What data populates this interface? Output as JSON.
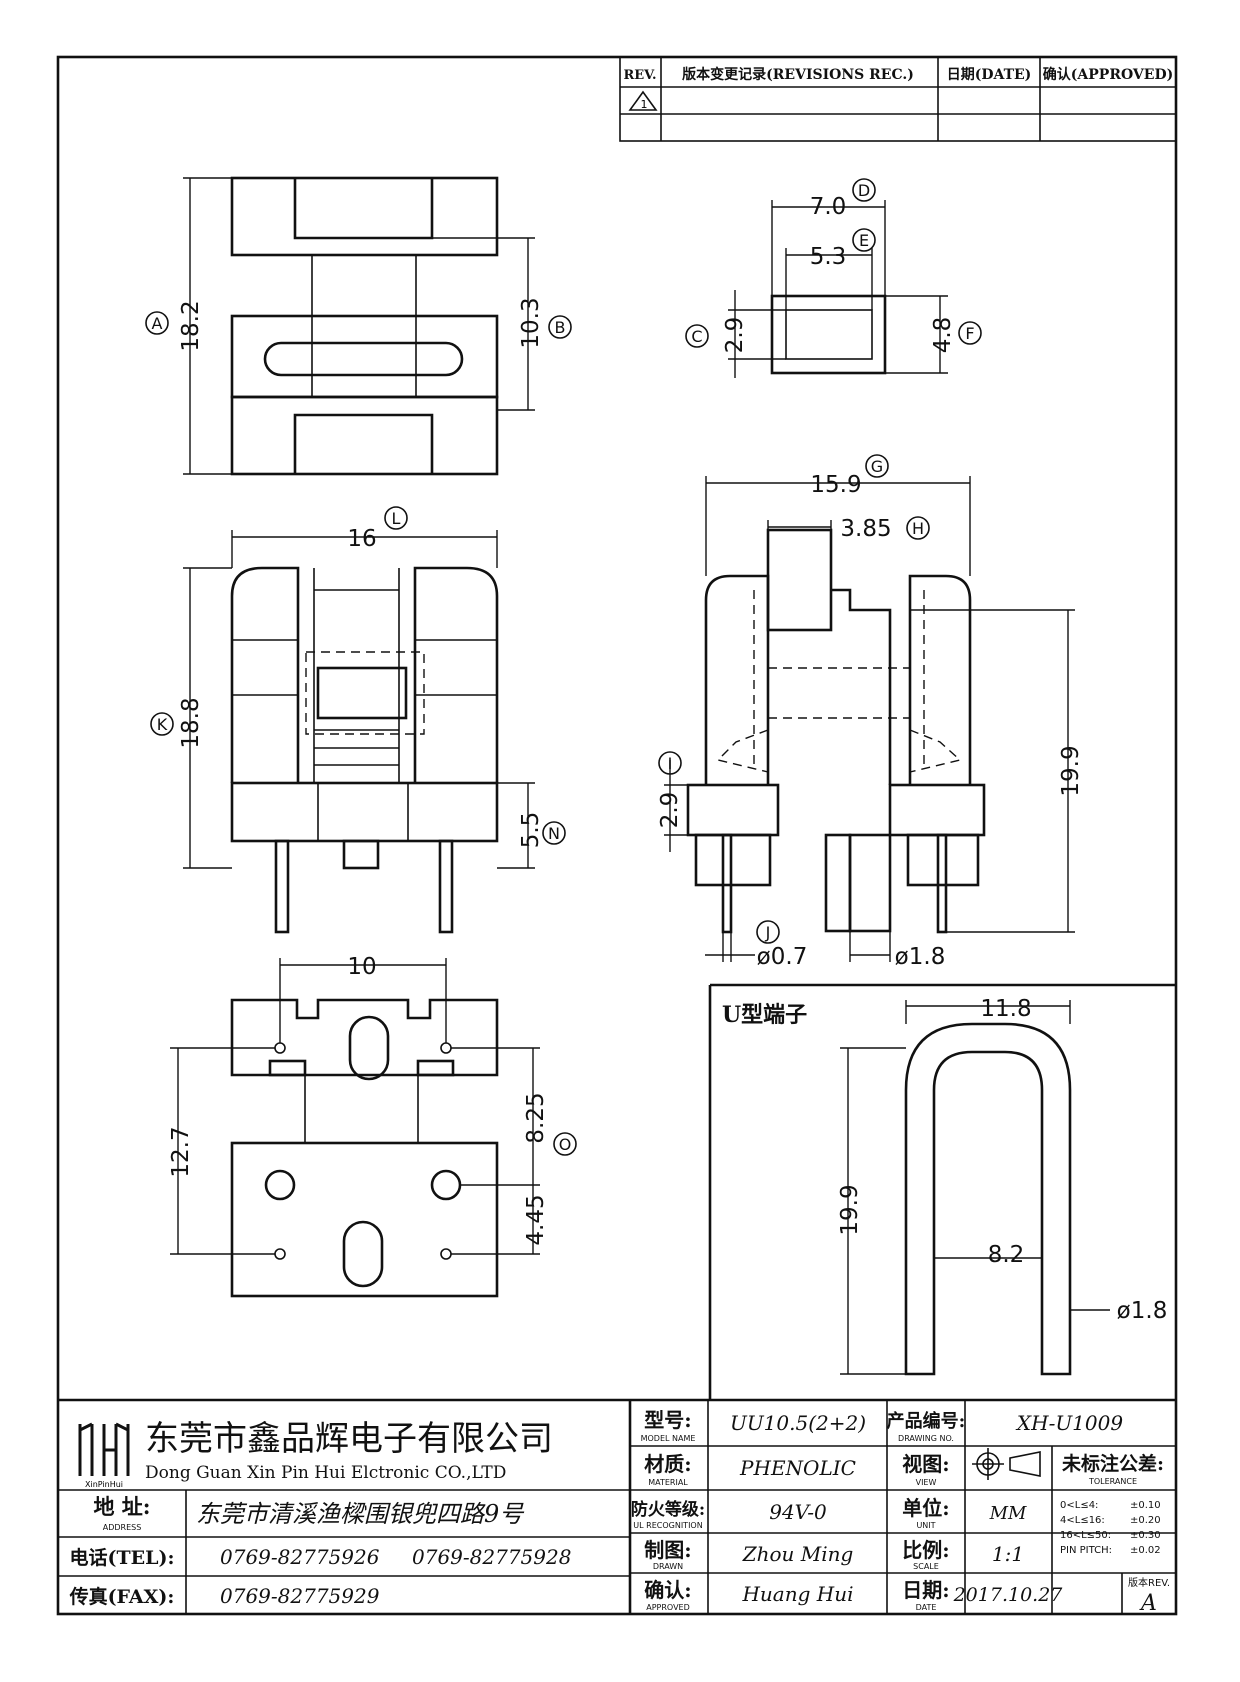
{
  "revision_table": {
    "headers": [
      "REV.",
      "版本变更记录(REVISIONS REC.)",
      "日期(DATE)",
      "确认(APPROVED)"
    ],
    "rev_symbol": "1"
  },
  "dims": {
    "A": "18.2",
    "B": "10.3",
    "D": "7.0",
    "E": "5.3",
    "C": "2.9",
    "F": "4.8",
    "G": "15.9",
    "H": "3.85",
    "L": "16",
    "K": "18.8",
    "N": "5.5",
    "I": "2.9",
    "height": "19.9",
    "J": "ø0.7",
    "pin_dia": "ø1.8",
    "pitch": "10",
    "O_total": "12.7",
    "O": "8.25",
    "O_lower": "4.45"
  },
  "dim_letters": {
    "A": "A",
    "B": "B",
    "C": "C",
    "D": "D",
    "E": "E",
    "F": "F",
    "G": "G",
    "H": "H",
    "I": "I",
    "J": "J",
    "K": "K",
    "L": "L",
    "N": "N",
    "O": "O"
  },
  "u_terminal": {
    "title": "U型端子",
    "width": "11.8",
    "height": "19.9",
    "inner": "8.2",
    "wire": "ø1.8"
  },
  "title_block": {
    "company_cn": "东莞市鑫品辉电子有限公司",
    "company_en": "Dong Guan Xin Pin Hui Elctronic CO.,LTD",
    "logo_text": "XinPinHui",
    "address_label": "地  址:",
    "address_sub": "ADDRESS",
    "address": "东莞市清溪渔樑围银兜四路9号",
    "tel_label": "电话(TEL):",
    "tel1": "0769-82775926",
    "tel2": "0769-82775928",
    "fax_label": "传真(FAX):",
    "fax": "0769-82775929",
    "model_label": "型号:",
    "model_sub": "MODEL NAME",
    "model": "UU10.5(2+2)",
    "material_label": "材质:",
    "material_sub": "MATERIAL",
    "material": "PHENOLIC",
    "fire_label": "防火等级:",
    "fire_sub": "UL RECOGNITION",
    "fire": "94V-0",
    "drawn_label": "制图:",
    "drawn_sub": "DRAWN",
    "drawn": "Zhou Ming",
    "approved_label": "确认:",
    "approved_sub": "APPROVED",
    "approved": "Huang Hui",
    "drawing_no_label": "产品编号:",
    "drawing_no_sub": "DRAWING NO.",
    "drawing_no": "XH-U1009",
    "view_label": "视图:",
    "view_sub": "VIEW",
    "unit_label": "单位:",
    "unit_sub": "UNIT",
    "unit": "MM",
    "scale_label": "比例:",
    "scale_sub": "SCALE",
    "scale": "1:1",
    "date_label": "日期:",
    "date_sub": "DATE",
    "date": "2017.10.27",
    "tolerance_label": "未标注公差:",
    "tolerance_sub": "TOLERANCE",
    "tolerances": [
      {
        "range": "0<L≤4:",
        "value": "±0.10"
      },
      {
        "range": "4<L≤16:",
        "value": "±0.20"
      },
      {
        "range": "16<L≤50:",
        "value": "±0.30"
      },
      {
        "range": "PIN PITCH:",
        "value": "±0.02"
      }
    ],
    "rev_label": "版本REV.",
    "rev": "A"
  }
}
